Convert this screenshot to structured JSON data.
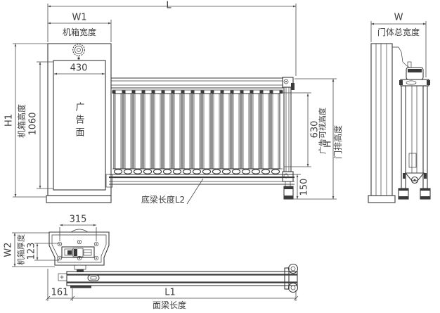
{
  "colors": {
    "line": "#3a3a3a",
    "text": "#3d3d3d",
    "background": "#ffffff"
  },
  "views": {
    "front": {
      "overall_length_code": "L",
      "cabinet_width_code": "W1",
      "cabinet_width_label": "机箱宽度",
      "cabinet_height_code": "H1",
      "cabinet_height_label": "机箱高度",
      "ad_panel_height": "1060",
      "ad_panel_width": "430",
      "ad_face_label": "广告面",
      "bottom_beam_length_label": "底梁长度L2",
      "ad_visible_height_value": "630",
      "ad_visible_height_label": "广告可视高度",
      "door_height_code": "H",
      "door_row_height_label": "门排高度",
      "ground_clearance": "150",
      "slat_count": 17
    },
    "side": {
      "total_width_code": "W",
      "total_width_label": "门体总宽度"
    },
    "top": {
      "hole_spacing": "315",
      "depth_code": "W2",
      "depth_label": "机箱厚度",
      "hole_row_spacing": "123",
      "beam_offset": "161",
      "face_beam_code": "L1",
      "face_beam_label": "面梁长度"
    }
  }
}
